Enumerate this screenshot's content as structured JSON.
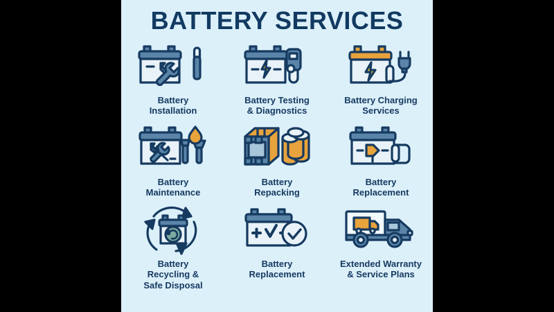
{
  "header": {
    "title": "BATTERY SERVICES"
  },
  "theme": {
    "panel_background": "#dcf0fa",
    "letterbox": "#000000",
    "outline": "#163a60",
    "title_color": "#123a61",
    "steel_blue": "#5a85a8",
    "light_blue": "#e8f2f8",
    "orange": "#e8a33d",
    "yellow": "#f0c030",
    "green": "#7aab9e",
    "mid_blue": "#4f7fa5"
  },
  "services": [
    {
      "id": "battery-installation",
      "label": "Battery\nInstallation",
      "icon": "battery-wrench-screwdriver-icon"
    },
    {
      "id": "battery-testing-diagnostics",
      "label": "Battery Testing\n& Diagnostics",
      "icon": "battery-tester-bolt-icon"
    },
    {
      "id": "battery-charging-services",
      "label": "Battery Charging\nServices",
      "icon": "battery-plug-bolt-icon"
    },
    {
      "id": "battery-maintenance",
      "label": "Battery\nMaintenance",
      "icon": "battery-tools-oil-drop-icon"
    },
    {
      "id": "battery-repacking",
      "label": "Battery\nRepacking",
      "icon": "battery-pack-cells-icon"
    },
    {
      "id": "battery-replacement-connector",
      "label": "Battery\nReplacement",
      "icon": "battery-connector-plug-icon"
    },
    {
      "id": "battery-recycling-safe-disposal",
      "label": "Battery\nRecycling &\nSafe Disposal",
      "icon": "battery-recycle-arrows-icon"
    },
    {
      "id": "battery-replacement-check",
      "label": "Battery\nReplacement",
      "icon": "battery-check-terminals-icon"
    },
    {
      "id": "extended-warranty-service-plans",
      "label": "Extended Warranty\n& Service Plans",
      "icon": "delivery-truck-icon"
    }
  ]
}
